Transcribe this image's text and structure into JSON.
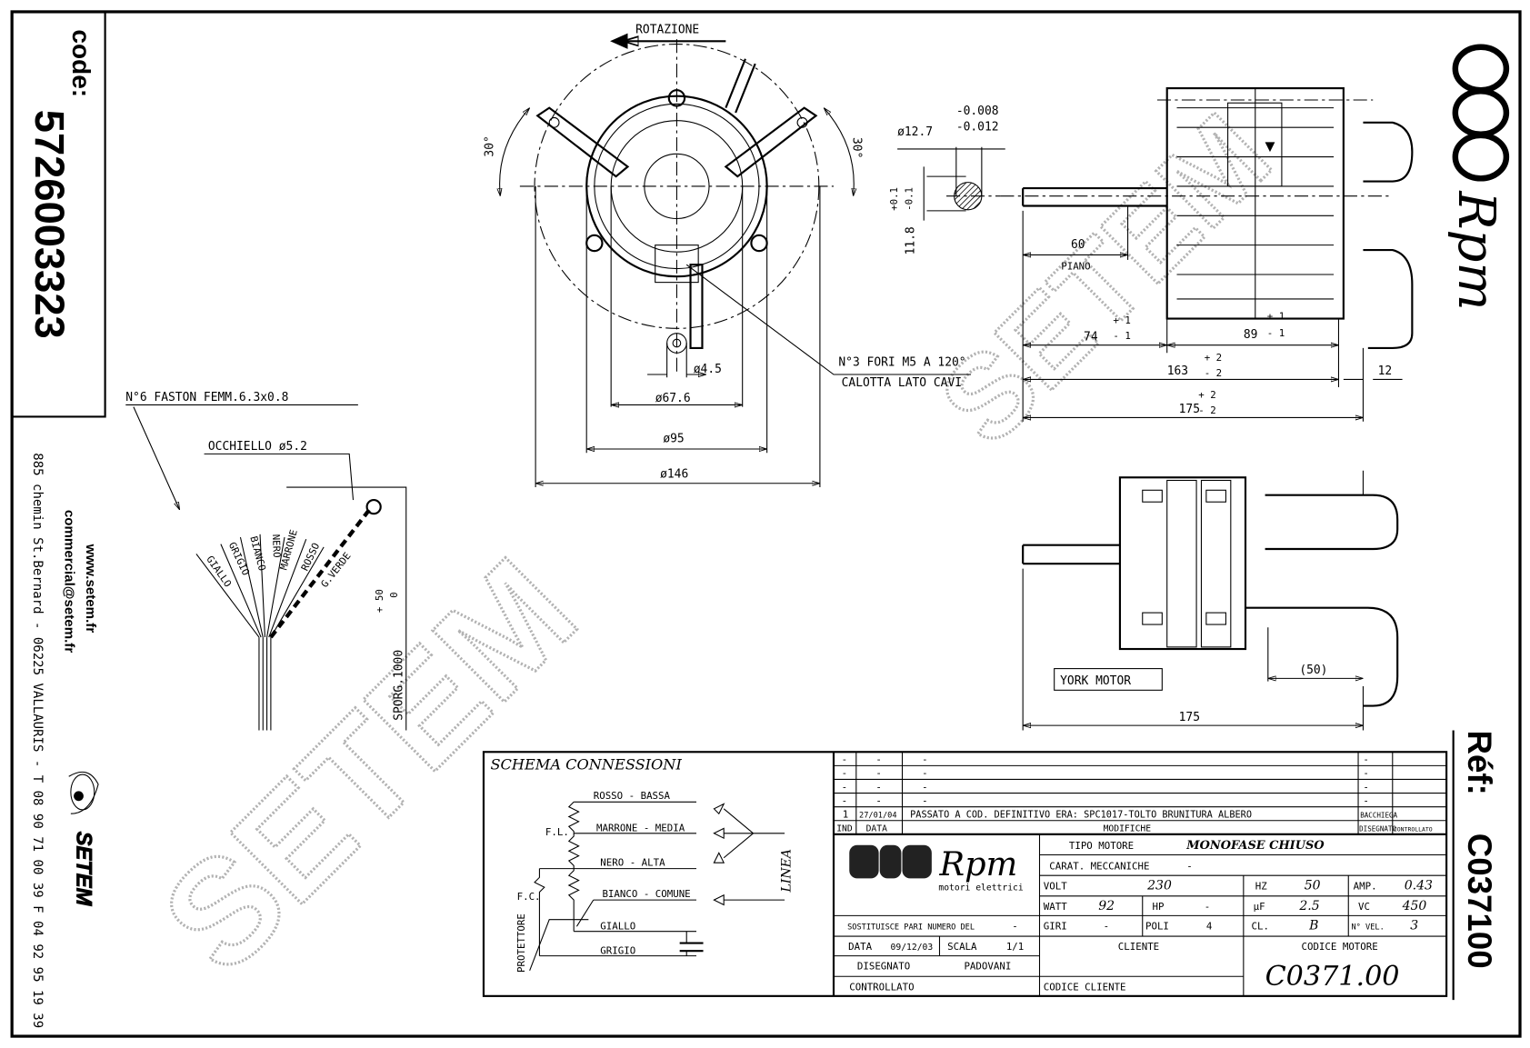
{
  "sidebar_left": {
    "code_label": "code:",
    "code_value": "5726003323",
    "website": "www.setem.fr",
    "email": "commercial@setem.fr",
    "address": "885 chemin St.Bernard  -  06225 VALLAURIS  -  T 08 90 71 00 39   F 04 92 95 19 39",
    "logo_text": "SETEM"
  },
  "sidebar_right": {
    "brand": "Rpm",
    "ref_label": "Réf:",
    "ref_value": "C037100"
  },
  "watermark": "SETEM",
  "front_view": {
    "rotation_label": "ROTAZIONE",
    "angle_left": "30°",
    "angle_right": "30°",
    "dim_hole": "ø4.5",
    "dim_67": "ø67.6",
    "dim_95": "ø95",
    "dim_146": "ø146",
    "note_line1": "N°3 FORI M5 A 120°",
    "note_line2": "CALOTTA LATO CAVI"
  },
  "shaft_section": {
    "diameter": "ø12.7",
    "tol_upper": "-0.008",
    "tol_lower": "-0.012",
    "flat": "11.8",
    "flat_tol_upper": "+0.1",
    "flat_tol_lower": "-0.1"
  },
  "side_view": {
    "dim_60": "60",
    "piano": "PIANO",
    "dim_74": "74",
    "dim_74_tol_upper": "+ 1",
    "dim_74_tol_lower": "- 1",
    "dim_89": "89",
    "dim_89_tol_upper": "+ 1",
    "dim_89_tol_lower": "- 1",
    "dim_163": "163",
    "dim_163_tol_upper": "+ 2",
    "dim_163_tol_lower": "- 2",
    "dim_175": "175",
    "dim_175_tol_upper": "+ 2",
    "dim_175_tol_lower": "- 2",
    "dim_12": "12"
  },
  "bottom_view": {
    "dim_50": "(50)",
    "dim_175": "175",
    "york_label": "YORK MOTOR"
  },
  "cable": {
    "faston_note": "N°6 FASTON FEMM.6.3x0.8",
    "eyelet_note": "OCCHIELLO ø5.2",
    "length": "SPORG.1000",
    "length_tol_upper": "+ 50",
    "length_tol_lower": "0",
    "wires": [
      "GIALLO",
      "GRIGIO",
      "BIANCO",
      "NERO",
      "MARRONE",
      "ROSSO",
      "G.VERDE"
    ]
  },
  "schema": {
    "title": "SCHEMA CONNESSIONI",
    "lines": [
      "ROSSO - BASSA",
      "MARRONE - MEDIA",
      "NERO - ALTA",
      "BIANCO - COMUNE",
      "GIALLO",
      "GRIGIO"
    ],
    "fl": "F.L.",
    "fc": "F.C.",
    "protector": "PROTETTORE",
    "linea": "LINEA"
  },
  "revisions": {
    "rows": [
      {
        "ind": "-",
        "data": "-",
        "mod": "-",
        "dis": "-",
        "con": ""
      },
      {
        "ind": "-",
        "data": "-",
        "mod": "-",
        "dis": "-",
        "con": ""
      },
      {
        "ind": "-",
        "data": "-",
        "mod": "-",
        "dis": "-",
        "con": ""
      },
      {
        "ind": "-",
        "data": "-",
        "mod": "-",
        "dis": "-",
        "con": ""
      },
      {
        "ind": "1",
        "data": "27/01/04",
        "mod": "PASSATO A COD. DEFINITIVO ERA: SPC1017-TOLTO BRUNITURA ALBERO",
        "dis": "BACCHIEGA",
        "con": ""
      }
    ],
    "headers": {
      "ind": "IND",
      "data": "DATA",
      "mod": "MODIFICHE",
      "dis": "DISEGNATO",
      "con": "CONTROLLATO"
    }
  },
  "title_block": {
    "logo_brand": "Rpm",
    "logo_sub": "motori elettrici",
    "tipo_motore_label": "TIPO MOTORE",
    "tipo_motore": "MONOFASE CHIUSO",
    "carat_label": "CARAT. MECCANICHE",
    "carat": "-",
    "volt_label": "VOLT",
    "volt": "230",
    "hz_label": "HZ",
    "hz": "50",
    "amp_label": "AMP.",
    "amp": "0.43",
    "watt_label": "WATT",
    "watt": "92",
    "hp_label": "HP",
    "hp": "-",
    "uf_label": "µF",
    "uf": "2.5",
    "vc_label": "VC",
    "vc": "450",
    "giri_label": "GIRI",
    "giri": "-",
    "poli_label": "POLI",
    "poli": "4",
    "cl_label": "CL.",
    "cl": "B",
    "nvel_label": "N° VEL.",
    "nvel": "3",
    "sostituisce_label": "SOSTITUISCE PARI NUMERO DEL",
    "sostituisce": "-",
    "data_label": "DATA",
    "data": "09/12/03",
    "scala_label": "SCALA",
    "scala": "1/1",
    "disegnato_label": "DISEGNATO",
    "disegnato": "PADOVANI",
    "controllato_label": "CONTROLLATO",
    "cliente_label": "CLIENTE",
    "codice_cliente_label": "CODICE CLIENTE",
    "codice_motore_label": "CODICE MOTORE",
    "codice_motore": "C0371.00"
  }
}
